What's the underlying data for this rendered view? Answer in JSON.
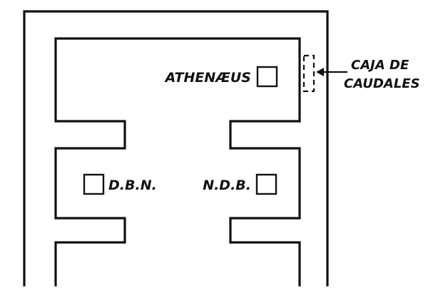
{
  "labels": {
    "room_top": "ATHENÆUS",
    "room_left": "D.B.N.",
    "room_right": "N.D.B."
  },
  "annotation": {
    "line1": "CAJA DE",
    "line2": "CAUDALES"
  },
  "colors": {
    "ink": "#111111",
    "paper": "#ffffff"
  }
}
